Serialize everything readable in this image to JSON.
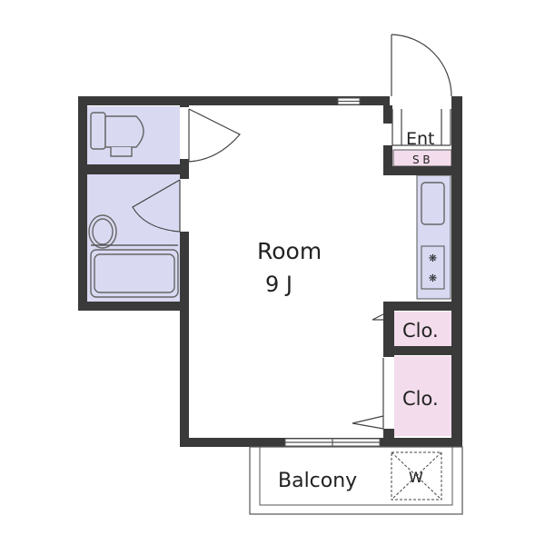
{
  "rooms": {
    "room": {
      "name": "Room",
      "size": "9 J"
    },
    "entrance": "Ent",
    "shoe_box": "S B",
    "closet_upper": "Clo.",
    "closet_lower": "Clo.",
    "balcony": "Balcony",
    "washer": "W"
  },
  "colors": {
    "wall": "#3a3a3a",
    "wet_area": "#d9d9f2",
    "closet": "#f3dceb",
    "background": "#ffffff"
  }
}
